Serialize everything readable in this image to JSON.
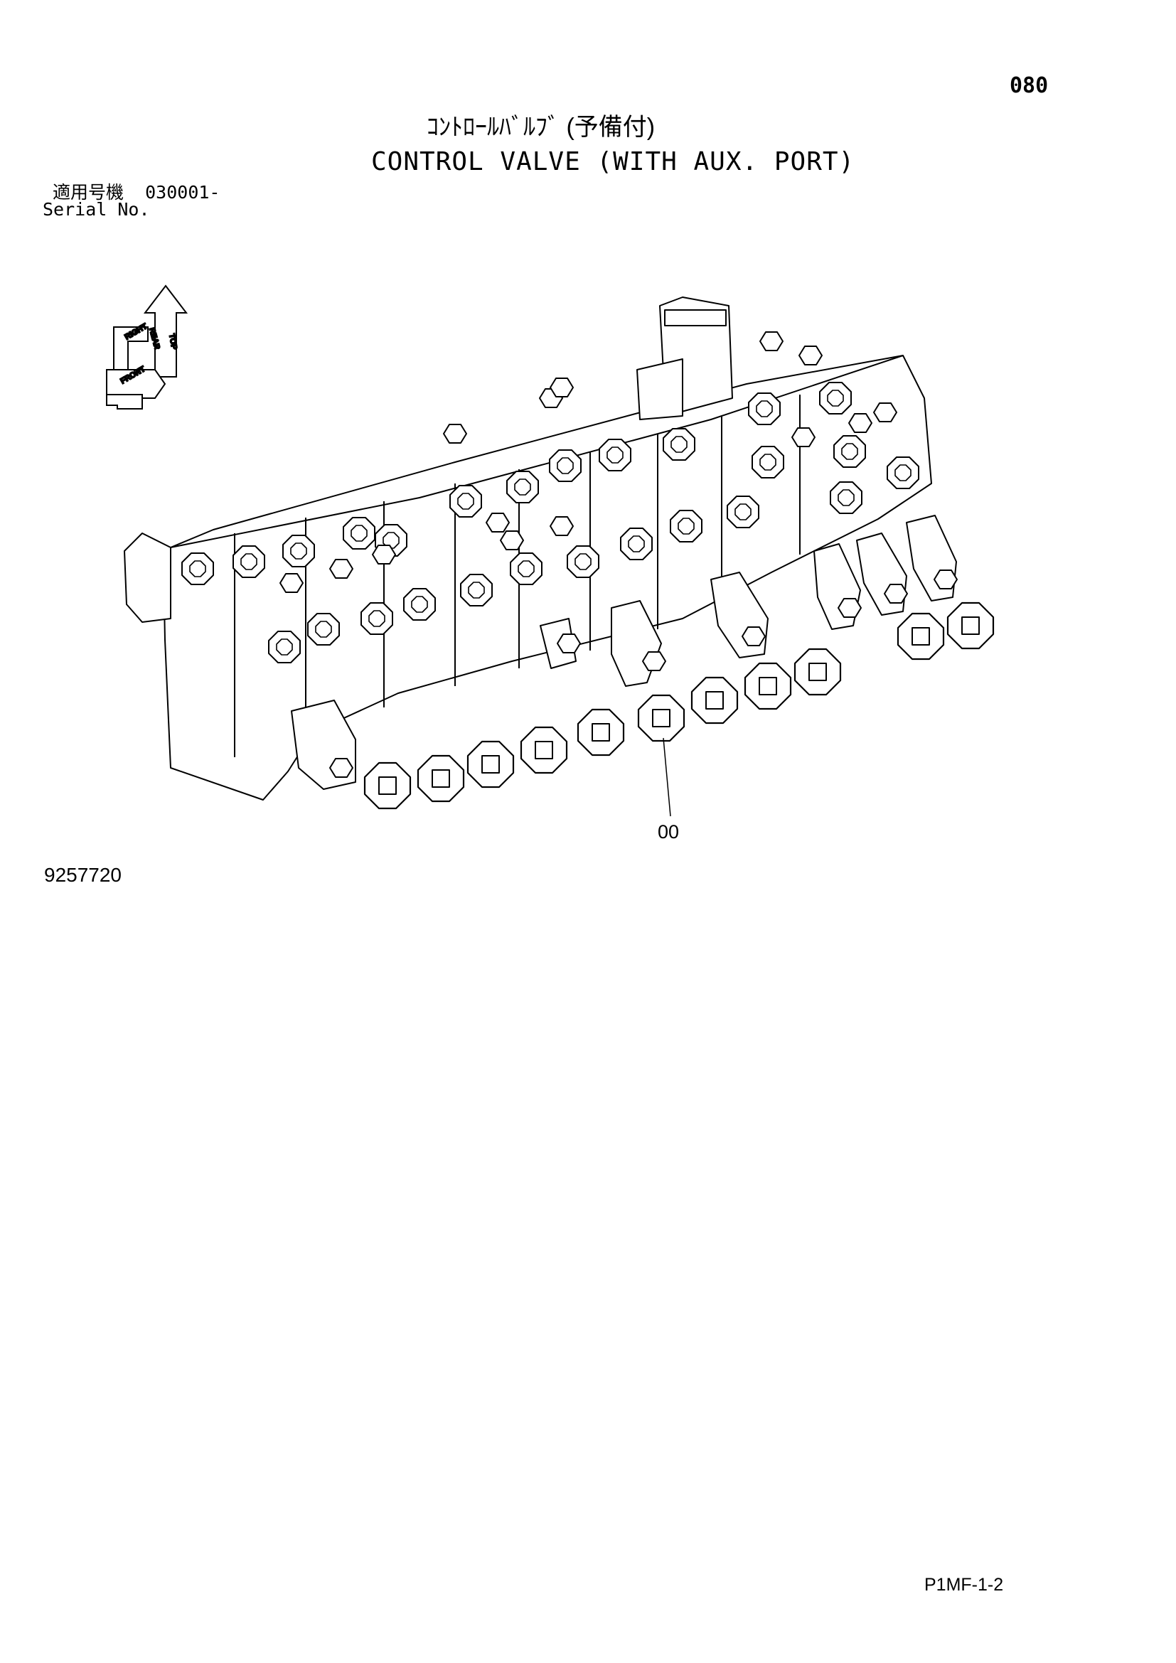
{
  "page_number": "080",
  "title_jp": "ｺﾝﾄﾛｰﾙﾊﾞﾙﾌﾞ (予備付)",
  "title_en": "CONTROL VALVE (WITH AUX. PORT)",
  "serial_label_jp": "適用号機",
  "serial_value": "030001-",
  "serial_label_en": "Serial No.",
  "compass": {
    "top": "TOP",
    "rear": "REAR",
    "right": "RIGHT",
    "front": "FRONT"
  },
  "callout": "00",
  "drawing_number": "9257720",
  "page_code": "P1MF-1-2"
}
